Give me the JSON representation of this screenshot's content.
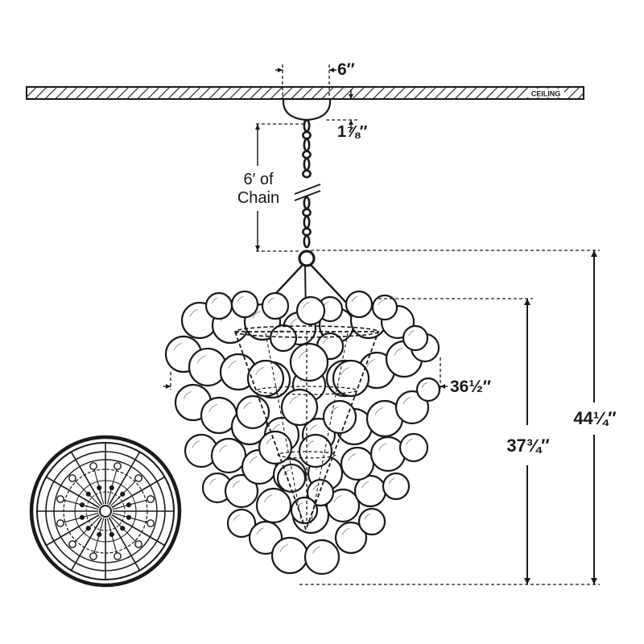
{
  "labels": {
    "canopy_width": "6″",
    "ceiling": "CEILING",
    "canopy_height": "1⅞″",
    "chain_line1": "6′ of",
    "chain_line2": "Chain",
    "fixture_width": "36½″",
    "fixture_height": "37¾″",
    "overall_height": "44¼″"
  },
  "colors": {
    "ink": "#1a1a1a",
    "paper": "#ffffff"
  }
}
